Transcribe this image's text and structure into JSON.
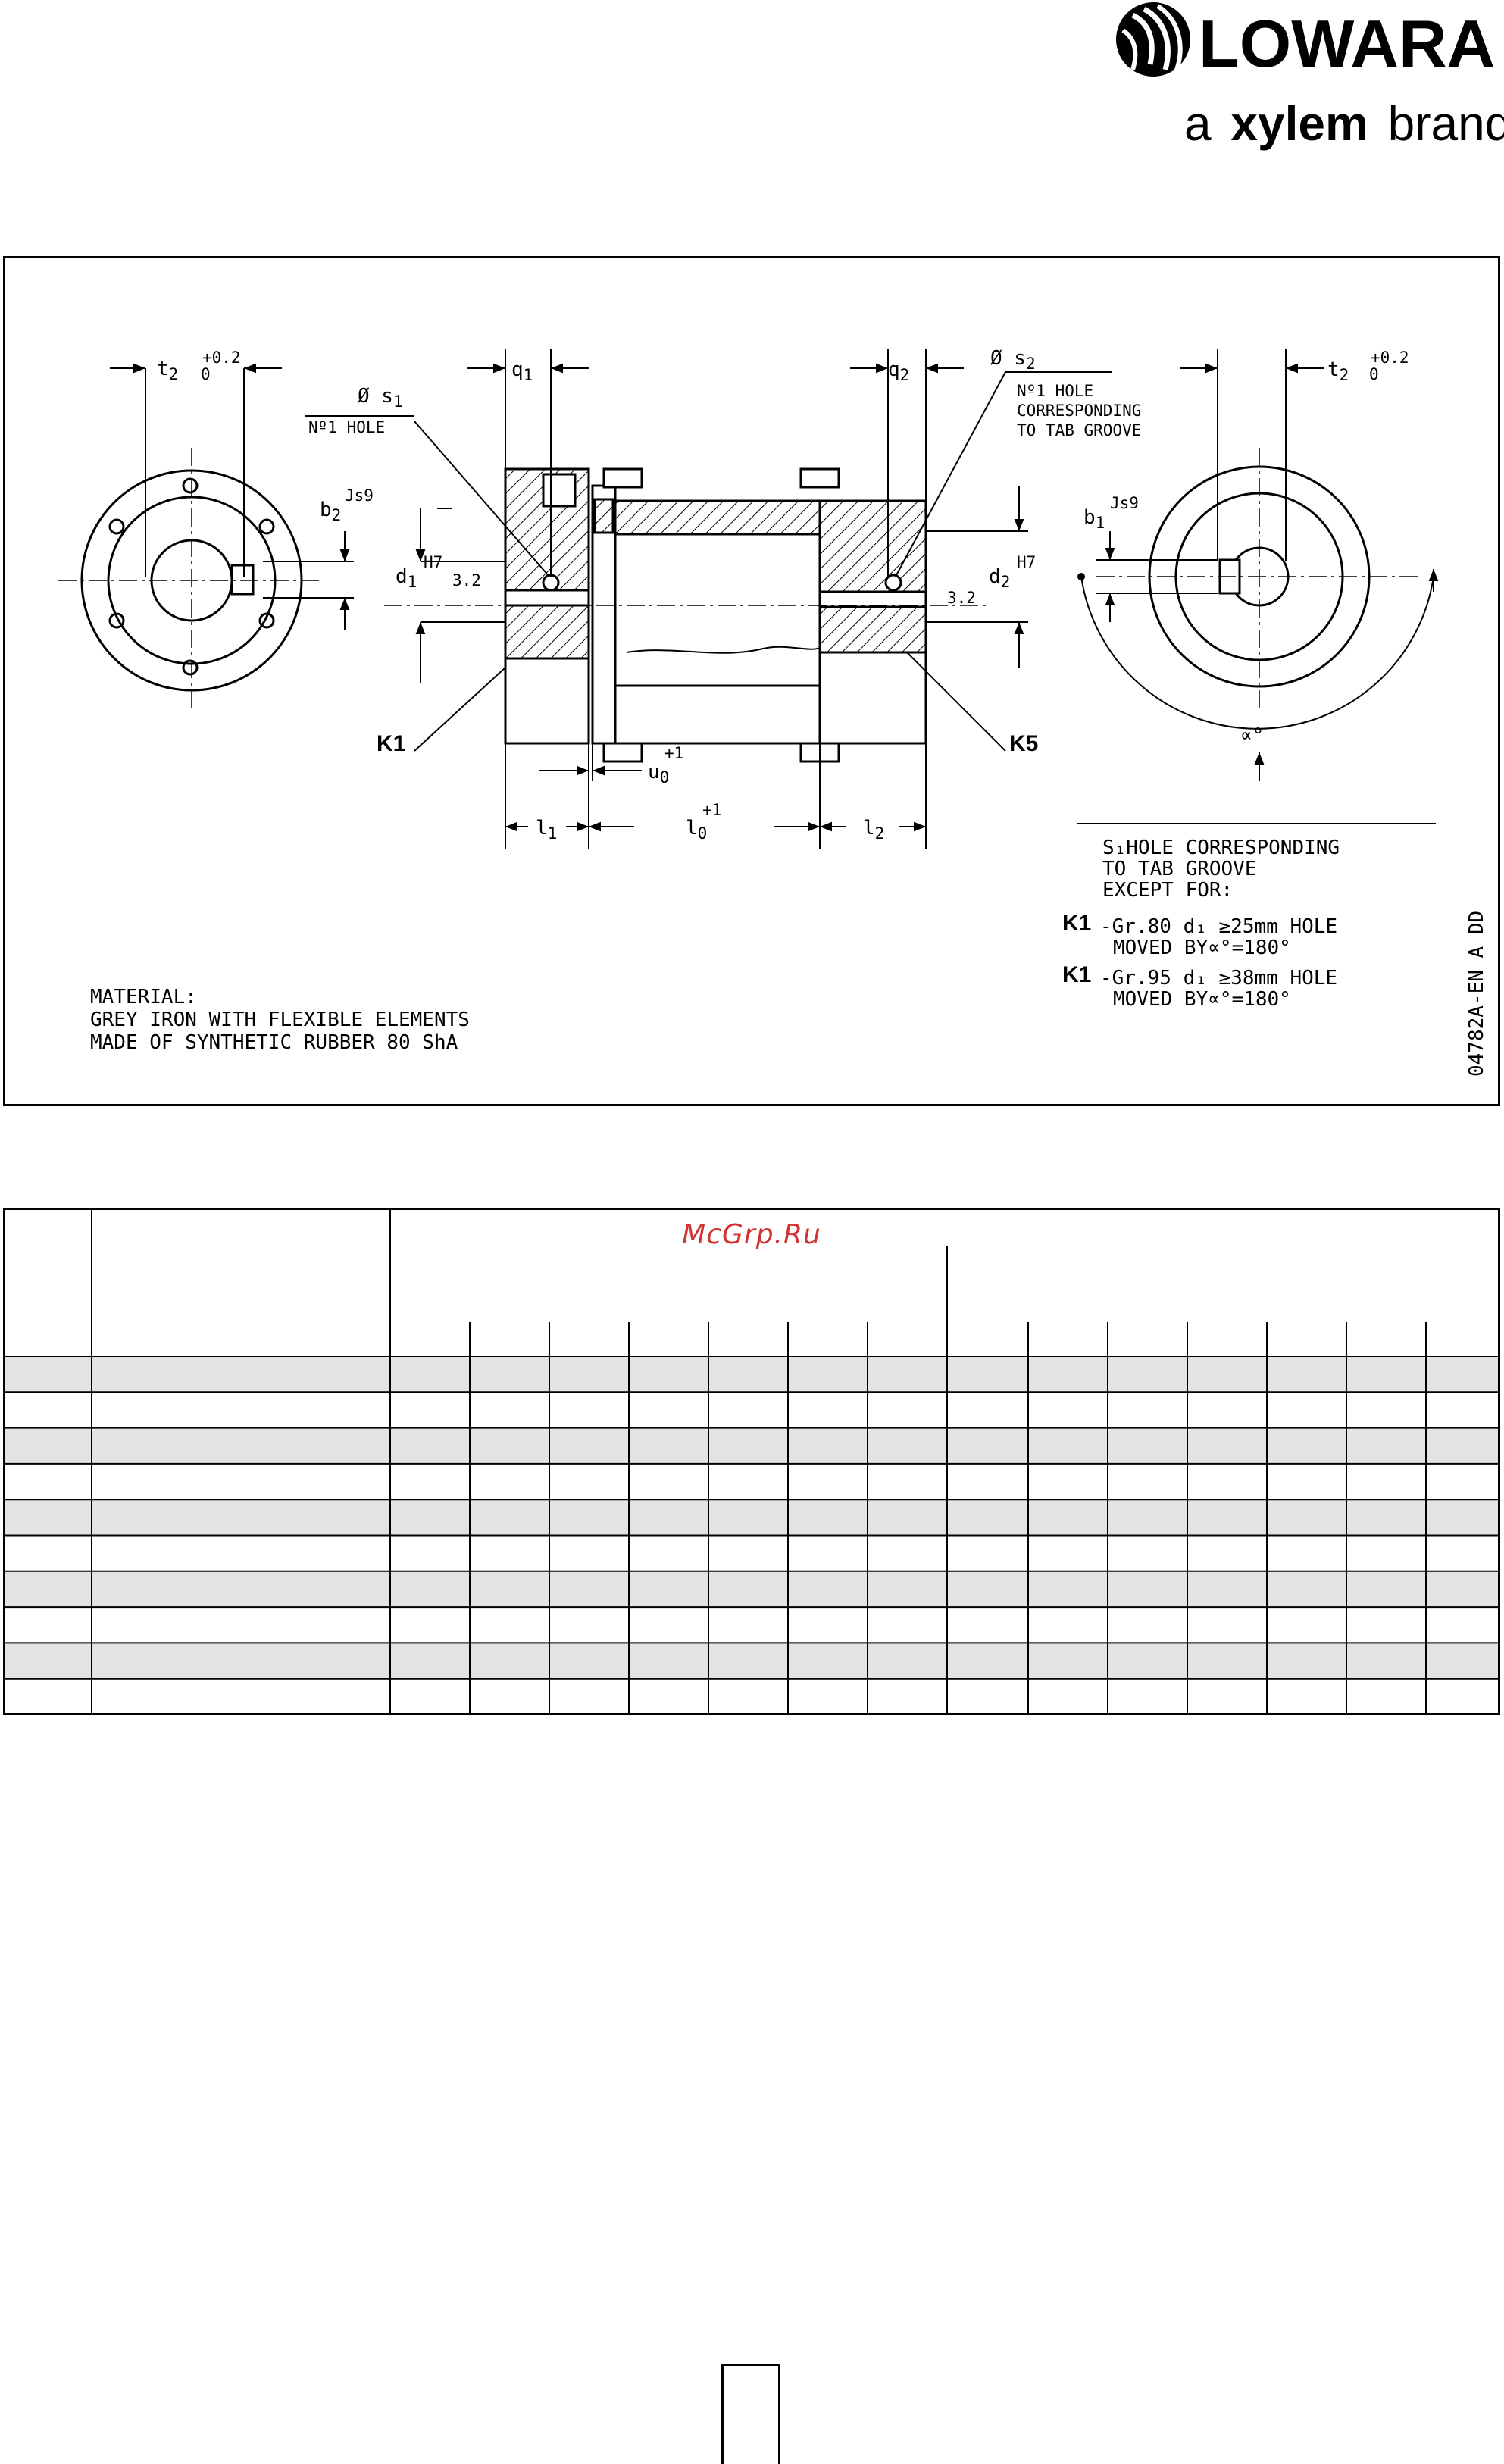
{
  "brand": {
    "name": "LOWARA",
    "tagline_prefix": "a",
    "tagline_word": "xylem",
    "tagline_suffix": "brand",
    "color": "#000000"
  },
  "drawing": {
    "labels": {
      "t2_left": "t",
      "t2_left_sub": "2",
      "t2_left_tol_base": "0",
      "t2_left_tol": "+0.2",
      "b2": "b",
      "b2_sub": "2",
      "b2_tol": "Js9",
      "q1": "q",
      "q1_sub": "1",
      "diam_s1": "Ø s",
      "diam_s1_sub": "1",
      "hole1": "Nº1 HOLE",
      "d1": "d",
      "d1_sub": "1",
      "d1_tol": "H7",
      "rough1": "3.2",
      "k1": "K1",
      "q2": "q",
      "q2_sub": "2",
      "diam_s2": "Ø s",
      "diam_s2_sub": "2",
      "hole2_line1": "Nº1 HOLE",
      "hole2_line2": "CORRESPONDING",
      "hole2_line3": "TO TAB GROOVE",
      "d2": "d",
      "d2_sub": "2",
      "d2_tol": "H7",
      "rough2": "3.2",
      "k5": "K5",
      "u": "u",
      "u_base": "0",
      "u_tol": "+1",
      "l1": "l",
      "l1_sub": "1",
      "l0": "l",
      "l0_base": "0",
      "l0_tol": "+1",
      "l2": "l",
      "l2_sub": "2",
      "t2_right": "t",
      "t2_right_sub": "2",
      "t2_right_tol_base": "0",
      "t2_right_tol": "+0.2",
      "b1": "b",
      "b1_sub": "1",
      "b1_tol": "Js9",
      "alpha": "∝°"
    },
    "notes": {
      "s1_line1": "S₁HOLE CORRESPONDING",
      "s1_line2": "TO TAB GROOVE",
      "s1_line3": "EXCEPT FOR:",
      "k1a_code": "K1",
      "k1a_line1": "-Gr.80 d₁ ≥25mm HOLE",
      "k1a_line2": "MOVED BY∝°=180°",
      "k1b_code": "K1",
      "k1b_line1": "-Gr.95 d₁ ≥38mm HOLE",
      "k1b_line2": "MOVED BY∝°=180°"
    },
    "material": {
      "line1": "MATERIAL:",
      "line2": "GREY IRON WITH FLEXIBLE ELEMENTS",
      "line3": "MADE OF SYNTHETIC RUBBER 80 ShA"
    },
    "drawing_code": "04782A-EN_A_DD"
  },
  "table": {
    "watermark": "McGrp.Ru",
    "row_shade": "#e3e3e3",
    "row_count": 10
  }
}
